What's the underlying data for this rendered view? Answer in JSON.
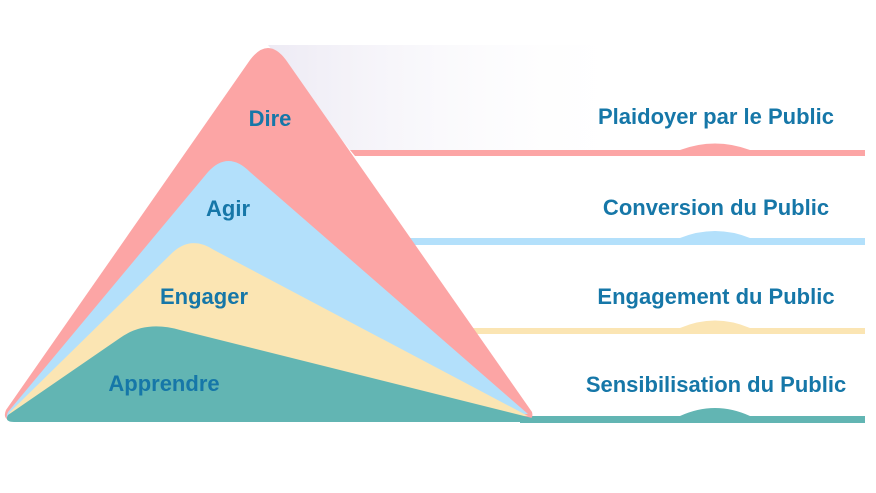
{
  "colors": {
    "dire": "#fca5a5",
    "agir": "#b3e0fb",
    "engager": "#fbe5b3",
    "apprendre": "#62b5b3",
    "text": "#1677a8",
    "backdrop": "#f4f2f8"
  },
  "layers": [
    {
      "label": "Dire",
      "outcome": "Plaidoyer par le Public"
    },
    {
      "label": "Agir",
      "outcome": "Conversion du Public"
    },
    {
      "label": "Engager",
      "outcome": "Engagement du Public"
    },
    {
      "label": "Apprendre",
      "outcome": "Sensibilisation du Public"
    }
  ]
}
